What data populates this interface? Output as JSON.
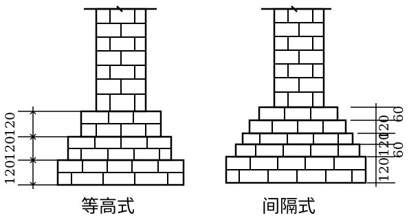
{
  "left_diagram": {
    "caption": "等高式",
    "dimensions": [
      "120",
      "120",
      "120"
    ]
  },
  "right_diagram": {
    "caption": "间隔式",
    "dimensions_top": [
      "60",
      "120"
    ],
    "dimensions_bottom": [
      "60",
      "120"
    ],
    "dimension_extra": "120"
  }
}
